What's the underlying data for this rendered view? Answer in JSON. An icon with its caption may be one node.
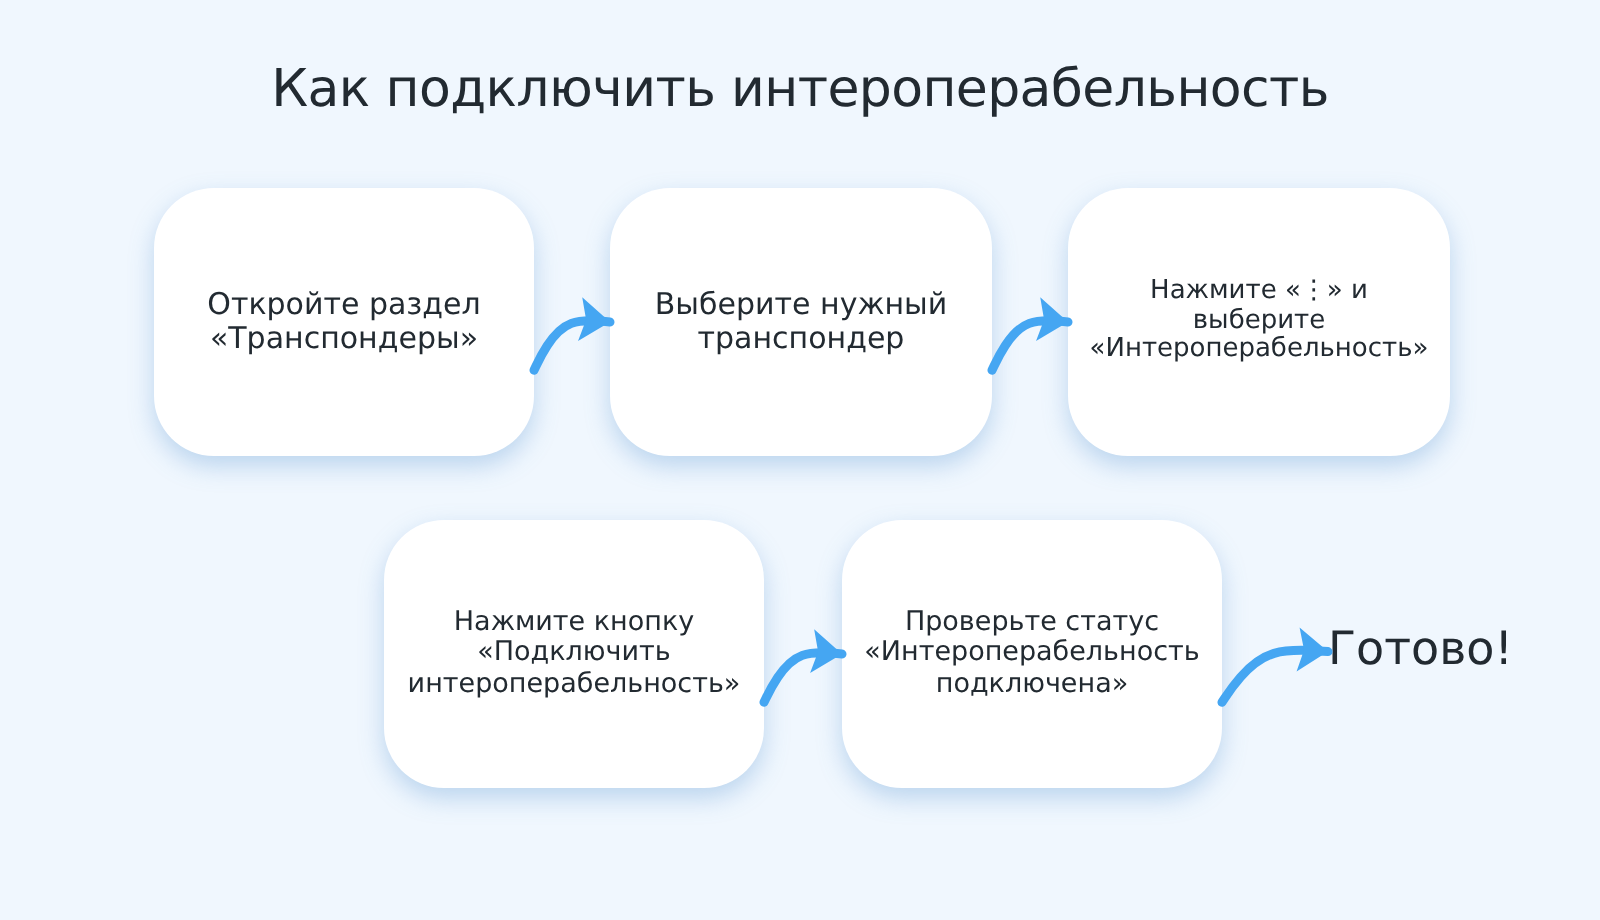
{
  "diagram": {
    "title": "Как подключить интероперабельность",
    "nodes": [
      {
        "text": [
          "Откройте раздел «Транспондеры»"
        ]
      },
      {
        "text": [
          "Выберите нужный транспондер"
        ]
      },
      {
        "text": [
          "Нажмите «⋮» и выберите «Интероперабельность»"
        ]
      },
      {
        "text": [
          "Нажмите кнопку «Подключить интероперабельность»"
        ]
      },
      {
        "text": [
          "Проверьте статус «Интероперабельность подключена»"
        ]
      },
      {
        "text": [
          "Готово!"
        ]
      }
    ],
    "edges": [
      {
        "from": 0,
        "to": 1,
        "arrow": "to"
      },
      {
        "from": 1,
        "to": 2,
        "arrow": "to"
      },
      {
        "from": 3,
        "to": 4,
        "arrow": "to"
      },
      {
        "from": 4,
        "to": 5,
        "arrow": "to"
      }
    ]
  }
}
